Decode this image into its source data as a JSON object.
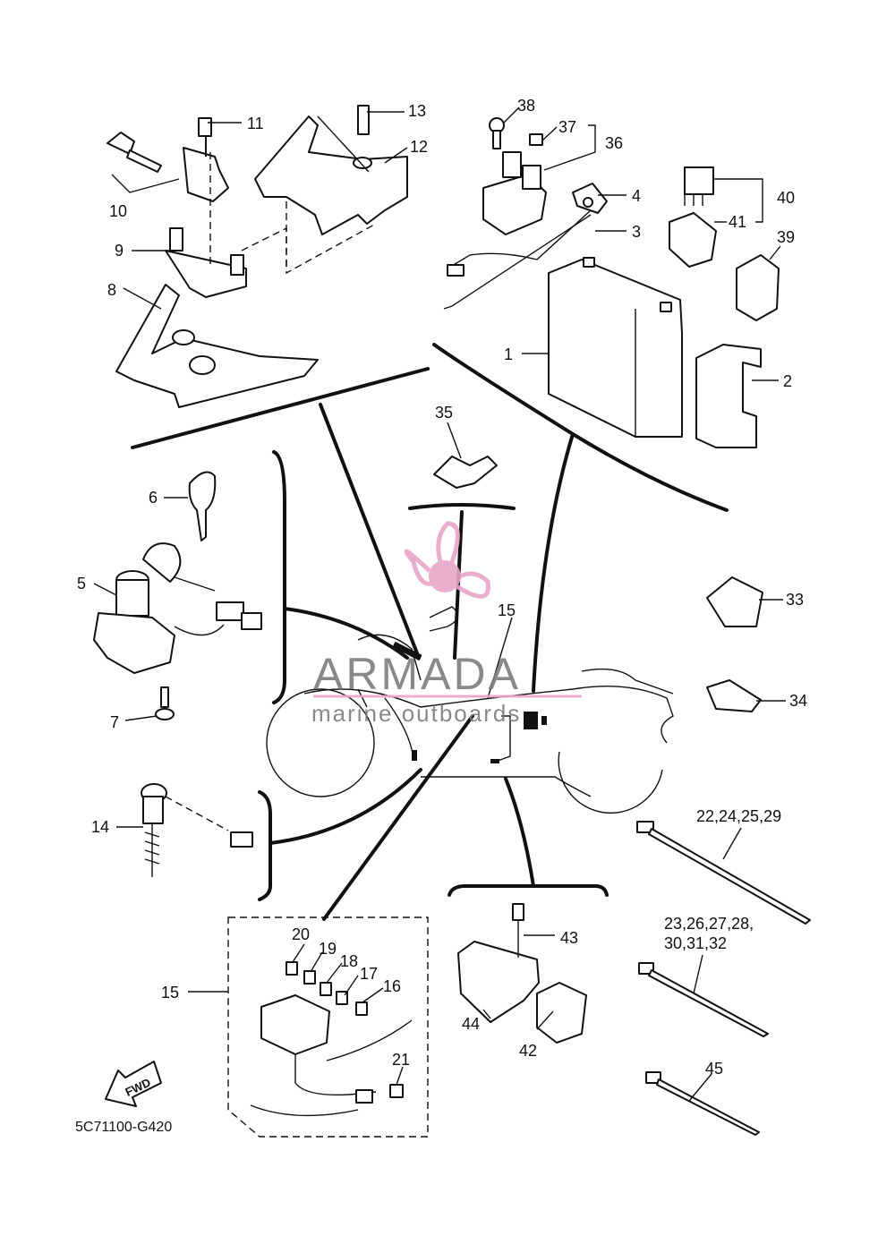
{
  "diagram": {
    "code": "5C71100-G420",
    "fwd_label": "FWD",
    "labels": [
      {
        "id": "1",
        "text": "1"
      },
      {
        "id": "2",
        "text": "2"
      },
      {
        "id": "3",
        "text": "3"
      },
      {
        "id": "4",
        "text": "4"
      },
      {
        "id": "5",
        "text": "5"
      },
      {
        "id": "6",
        "text": "6"
      },
      {
        "id": "7",
        "text": "7"
      },
      {
        "id": "8",
        "text": "8"
      },
      {
        "id": "9",
        "text": "9"
      },
      {
        "id": "10",
        "text": "10"
      },
      {
        "id": "11",
        "text": "11"
      },
      {
        "id": "12",
        "text": "12"
      },
      {
        "id": "13",
        "text": "13"
      },
      {
        "id": "14",
        "text": "14"
      },
      {
        "id": "15a",
        "text": "15"
      },
      {
        "id": "15b",
        "text": "15"
      },
      {
        "id": "16",
        "text": "16"
      },
      {
        "id": "17",
        "text": "17"
      },
      {
        "id": "18",
        "text": "18"
      },
      {
        "id": "19",
        "text": "19"
      },
      {
        "id": "20",
        "text": "20"
      },
      {
        "id": "21",
        "text": "21"
      },
      {
        "id": "22",
        "text": "22,24,25,29"
      },
      {
        "id": "23a",
        "text": "23,26,27,28,"
      },
      {
        "id": "23b",
        "text": "30,31,32"
      },
      {
        "id": "33",
        "text": "33"
      },
      {
        "id": "34",
        "text": "34"
      },
      {
        "id": "35",
        "text": "35"
      },
      {
        "id": "36",
        "text": "36"
      },
      {
        "id": "37",
        "text": "37"
      },
      {
        "id": "38",
        "text": "38"
      },
      {
        "id": "39",
        "text": "39"
      },
      {
        "id": "40",
        "text": "40"
      },
      {
        "id": "41",
        "text": "41"
      },
      {
        "id": "42",
        "text": "42"
      },
      {
        "id": "43",
        "text": "43"
      },
      {
        "id": "44",
        "text": "44"
      },
      {
        "id": "45",
        "text": "45"
      }
    ]
  },
  "watermark": {
    "brand": "ARMADA",
    "tagline": "marine outboards",
    "accent_color": "#e7a6c8",
    "logo_icon": "propeller-logo-icon"
  }
}
